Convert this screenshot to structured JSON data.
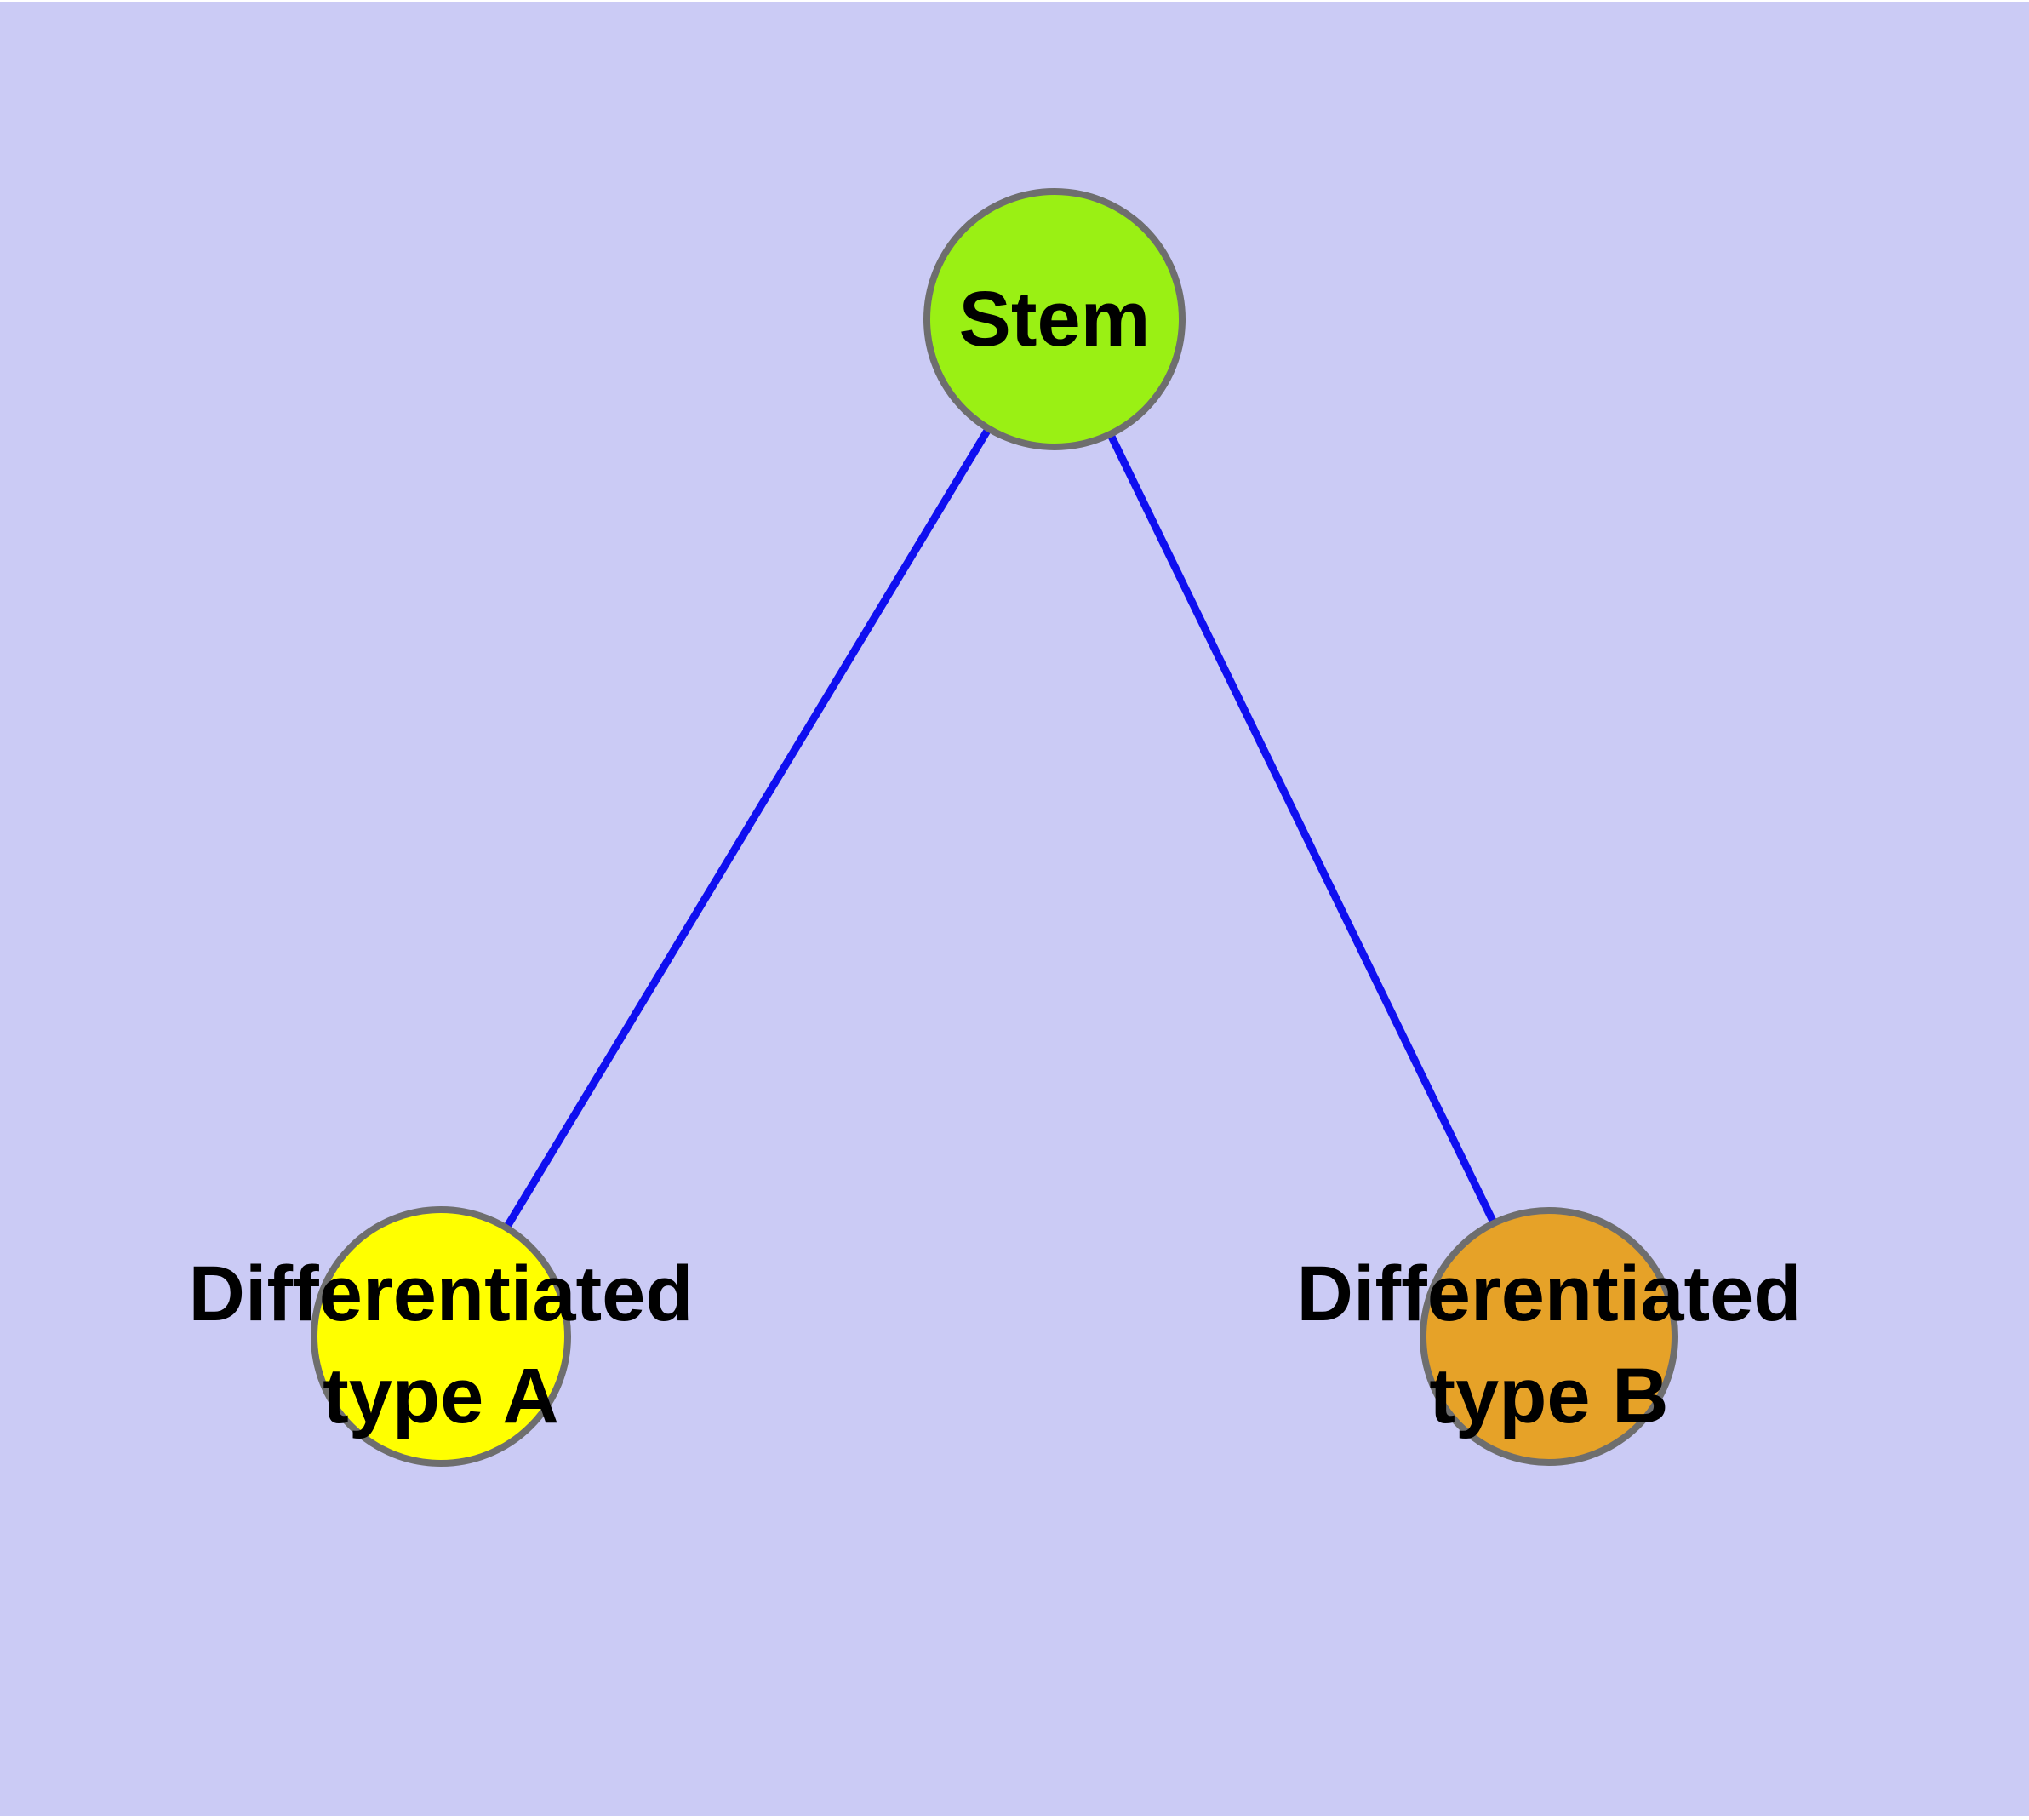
{
  "canvas": {
    "background_color": "#cbcbf5",
    "margin_color": "#ffffff"
  },
  "graph": {
    "edge_color": "#0f0ff0",
    "node_border_color": "#6e6e6e",
    "label_color": "#000000",
    "nodes": [
      {
        "id": "stem",
        "label": "Stem",
        "fill_color": "#9af014"
      },
      {
        "id": "differentiated-type-a",
        "label": "Differentiated type A",
        "label_line1": "Differentiated",
        "label_line2": "type A",
        "fill_color": "#ffff00"
      },
      {
        "id": "differentiated-type-b",
        "label": "Differentiated type B",
        "label_line1": "Differentiated",
        "label_line2": "type B",
        "fill_color": "#e6a228"
      }
    ],
    "edges": [
      {
        "from": "stem",
        "to": "differentiated-type-a"
      },
      {
        "from": "stem",
        "to": "differentiated-type-b"
      }
    ]
  }
}
